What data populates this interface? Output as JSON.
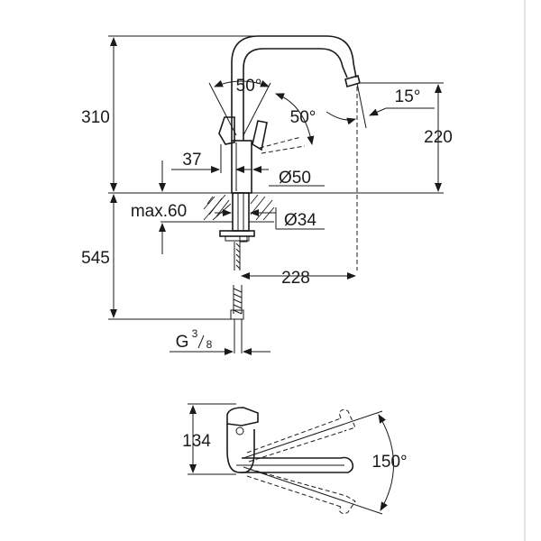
{
  "side_view": {
    "height_total": "310",
    "spout_height": "220",
    "lever_angle_front": "50°",
    "lever_angle_back": "50°",
    "spout_tilt_angle": "15°",
    "body_offset": "37",
    "base_diameter": "Ø50",
    "max_deck_thickness": "max.60",
    "hole_diameter": "Ø34",
    "below_deck_length": "545",
    "spout_reach": "228",
    "thread_label_main": "G",
    "thread_sup": "3",
    "thread_sub": "8"
  },
  "top_view": {
    "depth": "134",
    "swivel_angle": "150°"
  }
}
